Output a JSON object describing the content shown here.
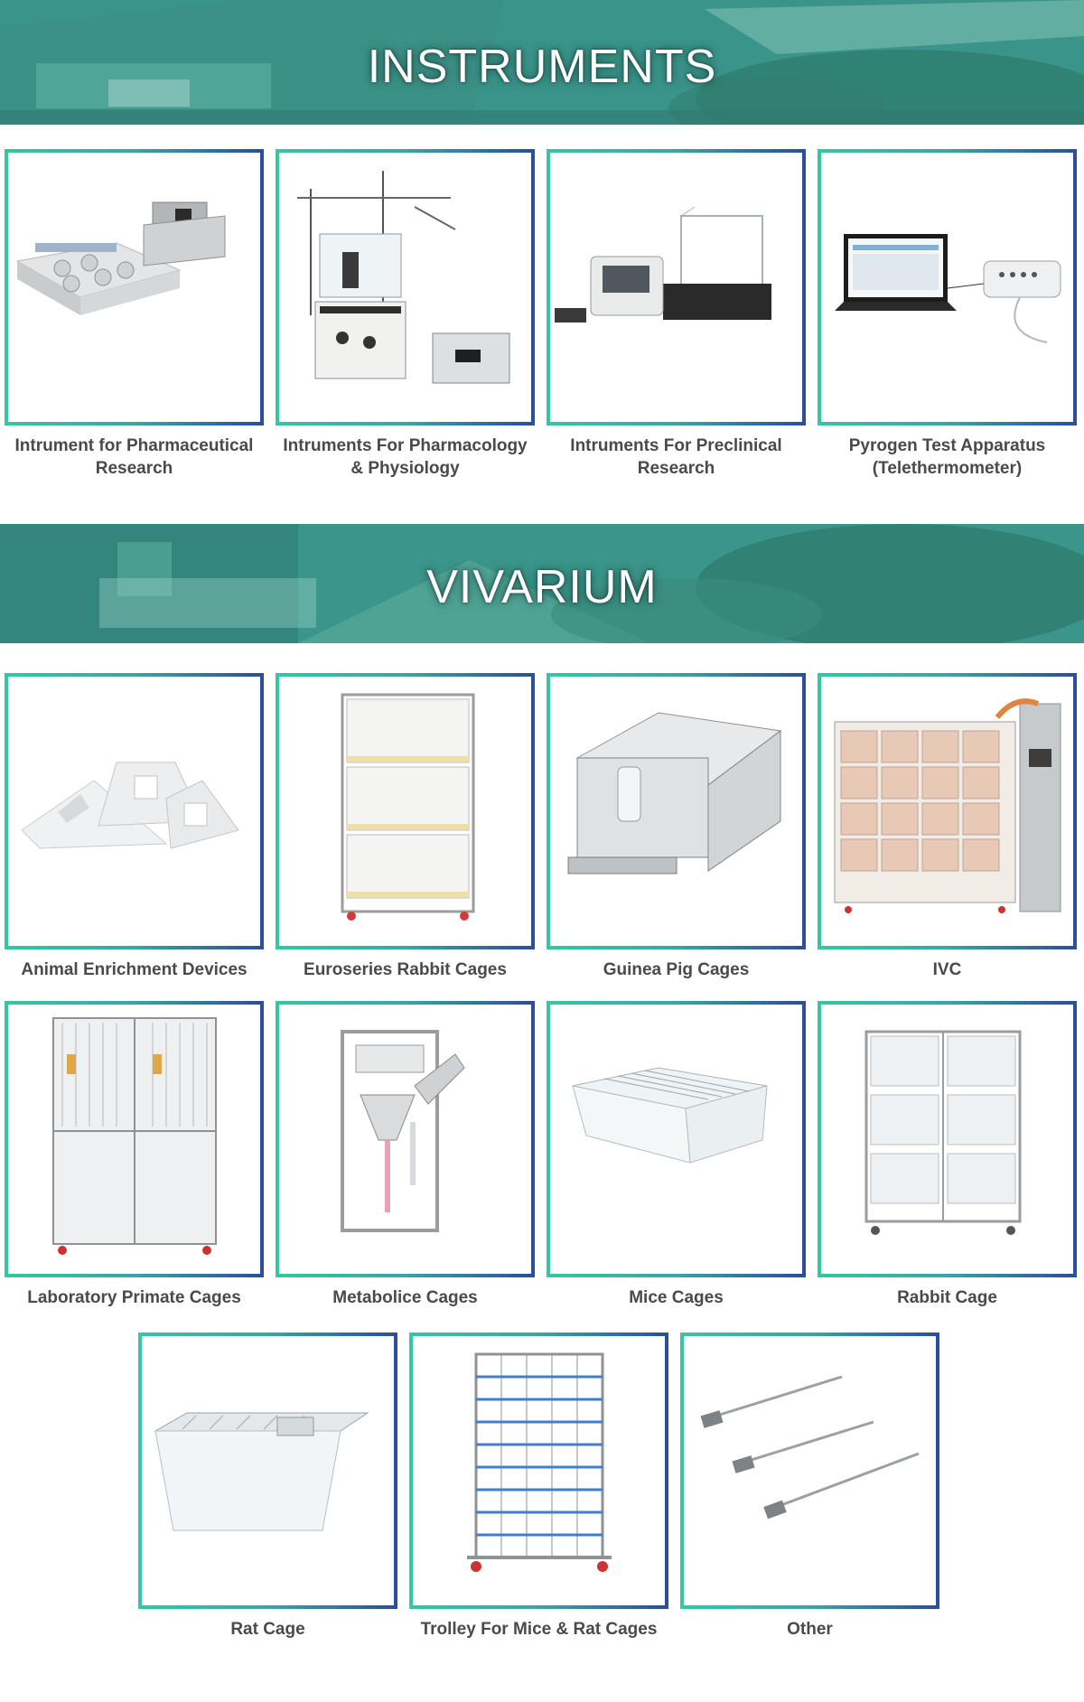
{
  "sections": [
    {
      "title": "INSTRUMENTS",
      "products": [
        {
          "label": "Intrument for Pharmaceutical Research"
        },
        {
          "label": "Intruments For Pharmacology & Physiology"
        },
        {
          "label": "Intruments For Preclinical Research"
        },
        {
          "label": "Pyrogen Test Apparatus (Telethermometer)"
        }
      ]
    },
    {
      "title": "VIVARIUM",
      "products": [
        {
          "label": "Animal Enrichment Devices"
        },
        {
          "label": "Euroseries Rabbit Cages"
        },
        {
          "label": "Guinea Pig Cages"
        },
        {
          "label": "IVC"
        },
        {
          "label": "Laboratory Primate Cages"
        },
        {
          "label": "Metabolice Cages"
        },
        {
          "label": "Mice Cages"
        },
        {
          "label": "Rabbit Cage"
        },
        {
          "label": "Rat Cage"
        },
        {
          "label": "Trolley For Mice & Rat Cages"
        },
        {
          "label": "Other"
        }
      ]
    }
  ],
  "colors": {
    "banner_teal": "#3f9a8e",
    "frame_start": "#33c7a4",
    "frame_end": "#2b4f9a"
  }
}
